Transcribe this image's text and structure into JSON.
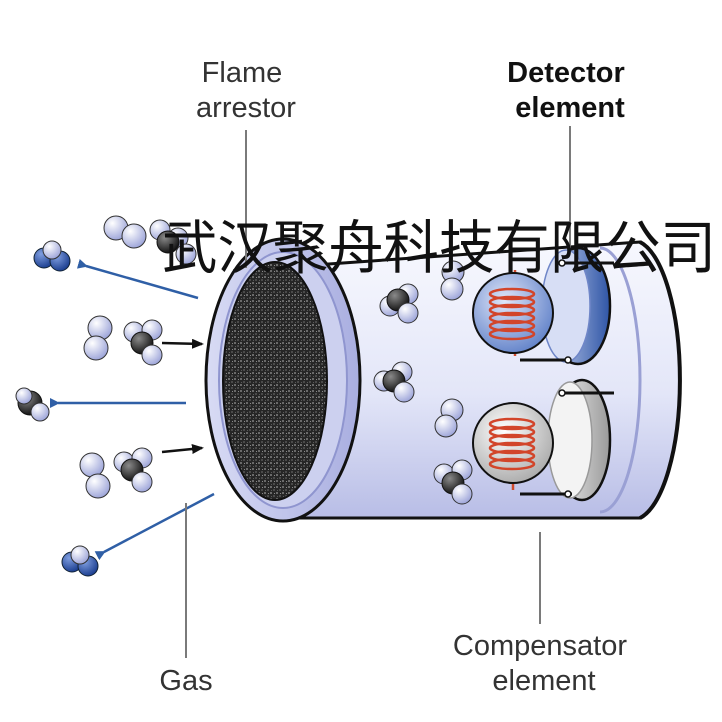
{
  "labels": {
    "flame_arrestor": [
      "Flame",
      "arrestor"
    ],
    "detector_element": [
      "Detector",
      "element"
    ],
    "gas": "Gas",
    "compensator_element": [
      "Compensator",
      "element"
    ]
  },
  "watermark": "武汉聚舟科技有限公司",
  "colors": {
    "shell_light": "#eef0fb",
    "shell_mid": "#c5c9ec",
    "rim_blue": "#b9bdea",
    "detector_blue": "#3f63b0",
    "detector_bead": "#8ea6dc",
    "compensator_grey": "#b9b9b9",
    "coil": "#d2452a",
    "out_arrow": "#2f5fa6",
    "in_arrow": "#111111",
    "mesh_dark": "#2a2a2a",
    "molecule_light": "#c7cdee",
    "molecule_blue": "#2f55a4",
    "molecule_dark": "#1c1c1c"
  }
}
